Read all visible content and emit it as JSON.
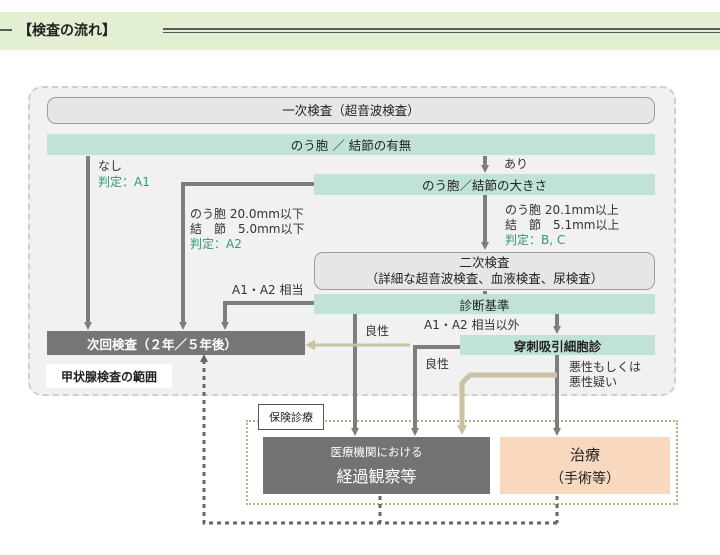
{
  "header": {
    "title": "【検査の流れ】"
  },
  "boxes": {
    "first_exam": "一次検査（超音波検査）",
    "cyst_presence": "のう胞 ／ 結節の有無",
    "size": "のう胞／結節の大きさ",
    "second_exam_line1": "二次検査",
    "second_exam_line2": "（詳細な超音波検査、血液検査、尿検査）",
    "diagnosis": "診断基準",
    "next_exam": "次回検査（２年／５年後）",
    "fna": "穿刺吸引細胞診",
    "thyroid_range": "甲状腺検査の範囲",
    "insurance": "保険診療",
    "obs_line1": "医療機関における",
    "obs_line2": "経過観察等",
    "treat_line1": "治療",
    "treat_line2": "（手術等）"
  },
  "labels": {
    "none": "なし",
    "judge_a1": "判定：A1",
    "present": "あり",
    "small_cyst": "のう胞 20.0mm以下",
    "small_nodule": "結　節　5.0mm以下",
    "judge_a2": "判定：A2",
    "large_cyst": "のう胞 20.1mm以上",
    "large_nodule": "結　節　5.1mm以上",
    "judge_bc": "判定：B, C",
    "a1a2_equiv": "A1・A2 相当",
    "benign1": "良性",
    "a1a2_other": "A1・A2 相当以外",
    "benign2": "良性",
    "malignant1": "悪性もしくは",
    "malignant2": "悪性疑い"
  },
  "colors": {
    "header_band": "#e2efd2",
    "teal": "#c0e3d6",
    "dark": "#767676",
    "arrow": "#7e7e7e",
    "khaki_arrow": "#c9c3a3",
    "treatment": "#f8d9bf",
    "judge_green": "#2e9a6e"
  }
}
